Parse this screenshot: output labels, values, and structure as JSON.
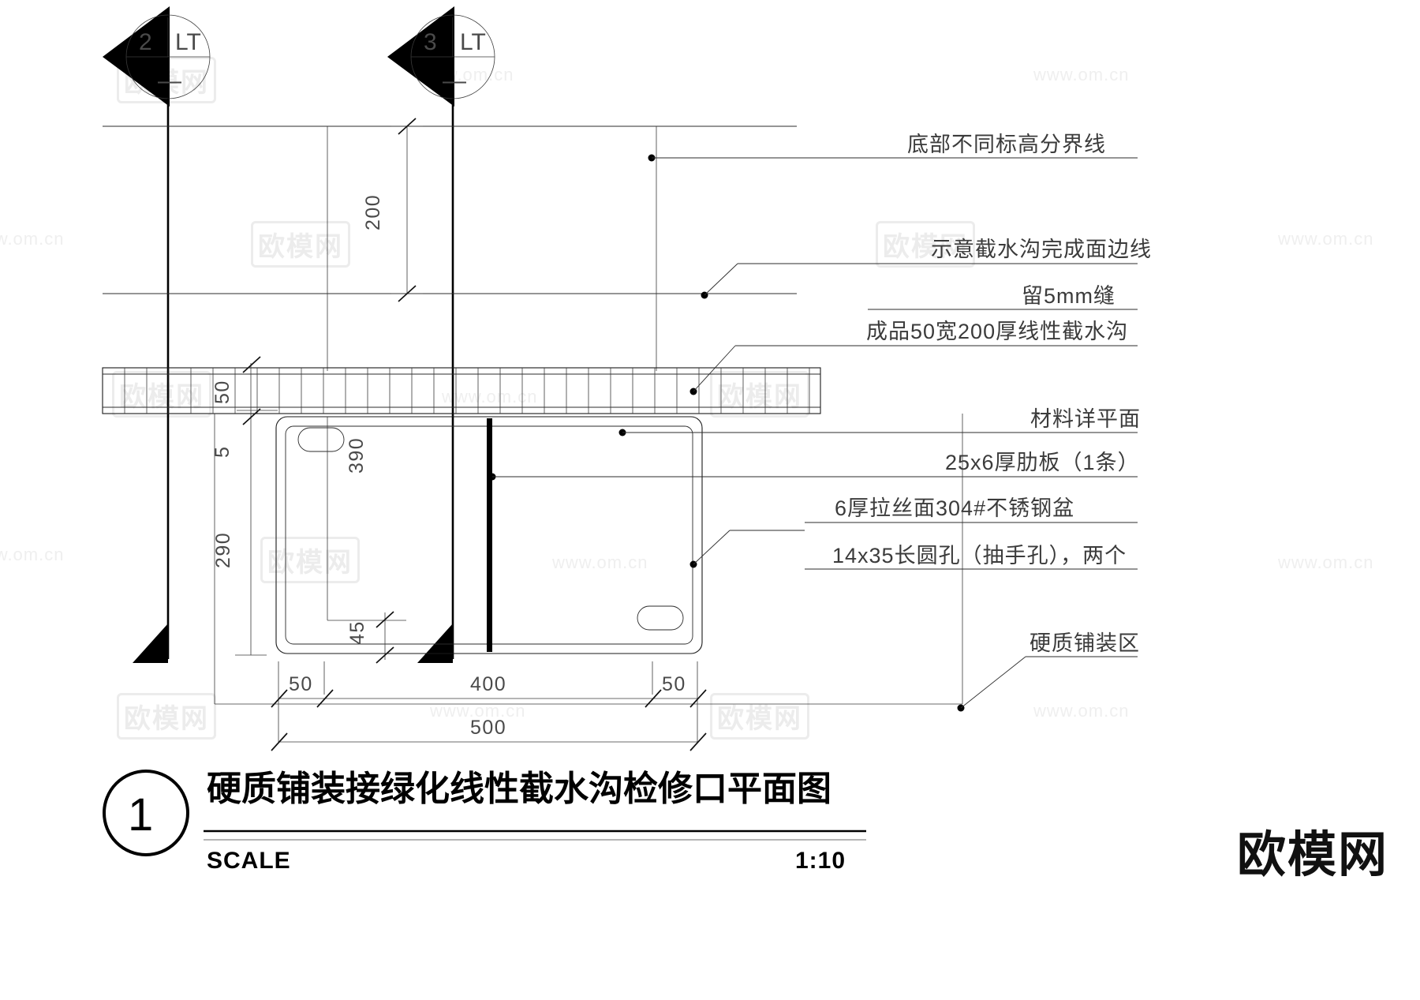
{
  "drawing": {
    "title": "硬质铺装接绿化线性截水沟检修口平面图",
    "scale_label": "SCALE",
    "scale_value": "1:10",
    "detail_number": "1"
  },
  "section_callouts": [
    {
      "number": "2",
      "sheet": "LT",
      "sub": "—"
    },
    {
      "number": "3",
      "sheet": "LT",
      "sub": "—"
    }
  ],
  "annotations": [
    {
      "id": "a1",
      "text": "底部不同标高分界线"
    },
    {
      "id": "a2",
      "text": "示意截水沟完成面边线"
    },
    {
      "id": "a3",
      "text": "留5mm缝"
    },
    {
      "id": "a4",
      "text": "成品50宽200厚线性截水沟"
    },
    {
      "id": "a5",
      "text": "材料详平面"
    },
    {
      "id": "a6",
      "text": "25x6厚肋板（1条）"
    },
    {
      "id": "a7",
      "text": "6厚拉丝面304#不锈钢盆"
    },
    {
      "id": "a8",
      "text": "14x35长圆孔（抽手孔），两个"
    },
    {
      "id": "a9",
      "text": "硬质铺装区"
    }
  ],
  "dimensions": {
    "vertical": [
      {
        "id": "v200",
        "value": "200"
      },
      {
        "id": "v50",
        "value": "50"
      },
      {
        "id": "v5",
        "value": "5"
      },
      {
        "id": "v290",
        "value": "290"
      },
      {
        "id": "v390",
        "value": "390"
      },
      {
        "id": "v45",
        "value": "45"
      }
    ],
    "horizontal": [
      {
        "id": "h50l",
        "value": "50"
      },
      {
        "id": "h400",
        "value": "400"
      },
      {
        "id": "h50r",
        "value": "50"
      },
      {
        "id": "h500",
        "value": "500"
      }
    ]
  },
  "watermarks": {
    "cn": "欧模网",
    "en": "www.om.cn",
    "brand": "欧模网"
  },
  "colors": {
    "line": "#1a1a1a",
    "text": "#3b3b3b",
    "background": "#ffffff",
    "watermark": "#ececec"
  }
}
